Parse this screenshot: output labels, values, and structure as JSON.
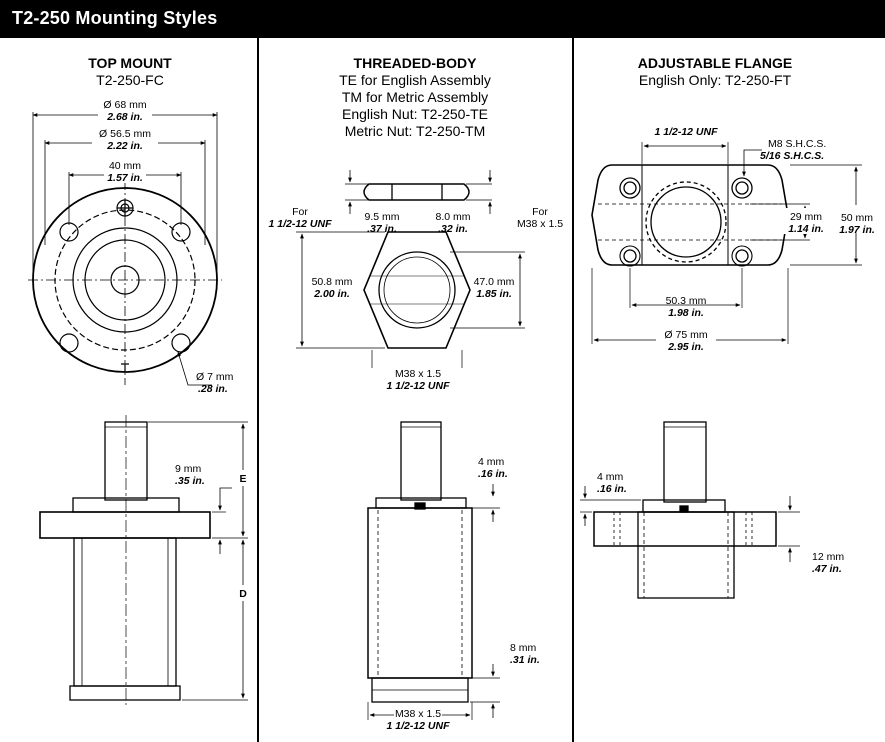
{
  "header": {
    "title": "T2-250 Mounting Styles"
  },
  "panels": [
    {
      "title": "TOP MOUNT",
      "lines": [
        "T2-250-FC"
      ]
    },
    {
      "title": "THREADED-BODY",
      "lines": [
        "TE for English Assembly",
        "TM for Metric Assembly",
        "English Nut: T2-250-TE",
        "Metric Nut: T2-250-TM"
      ]
    },
    {
      "title": "ADJUSTABLE FLANGE",
      "lines": [
        "English Only: T2-250-FT"
      ]
    }
  ],
  "dims": {
    "tm_d68_mm": "Ø 68 mm",
    "tm_d68_in": "2.68 in.",
    "tm_d565_mm": "Ø 56.5 mm",
    "tm_d565_in": "2.22 in.",
    "tm_40_mm": "40 mm",
    "tm_40_in": "1.57 in.",
    "tm_d7_mm": "Ø 7 mm",
    "tm_d7_in": ".28 in.",
    "tm_9_mm": "9 mm",
    "tm_9_in": ".35 in.",
    "tm_E": "E",
    "tm_D": "D",
    "tb_for_l1": "For",
    "tb_for_l2": "1 1/2-12 UNF",
    "tb_for_r1": "For",
    "tb_for_r2": "M38 x 1.5",
    "tb_95_mm": "9.5 mm",
    "tb_95_in": ".37 in.",
    "tb_80_mm": "8.0 mm",
    "tb_80_in": ".32 in.",
    "tb_508_mm": "50.8 mm",
    "tb_508_in": "2.00 in.",
    "tb_470_mm": "47.0 mm",
    "tb_470_in": "1.85 in.",
    "tb_m38_a": "M38 x 1.5",
    "tb_unf_a": "1 1/2-12 UNF",
    "tb_4_mm": "4 mm",
    "tb_4_in": ".16 in.",
    "tb_8_mm": "8 mm",
    "tb_8_in": ".31 in.",
    "tb_m38_b": "M38 x 1.5",
    "tb_unf_b": "1 1/2-12 UNF",
    "af_unf": "1 1/2-12 UNF",
    "af_shcs1": "M8 S.H.C.S.",
    "af_shcs2": "5/16 S.H.C.S.",
    "af_29_mm": "29 mm",
    "af_29_in": "1.14 in.",
    "af_50_mm": "50 mm",
    "af_50_in": "1.97 in.",
    "af_503_mm": "50.3 mm",
    "af_503_in": "1.98 in.",
    "af_d75_mm": "Ø 75 mm",
    "af_d75_in": "2.95 in.",
    "af_4_mm": "4 mm",
    "af_4_in": ".16 in.",
    "af_12_mm": "12 mm",
    "af_12_in": ".47 in."
  }
}
